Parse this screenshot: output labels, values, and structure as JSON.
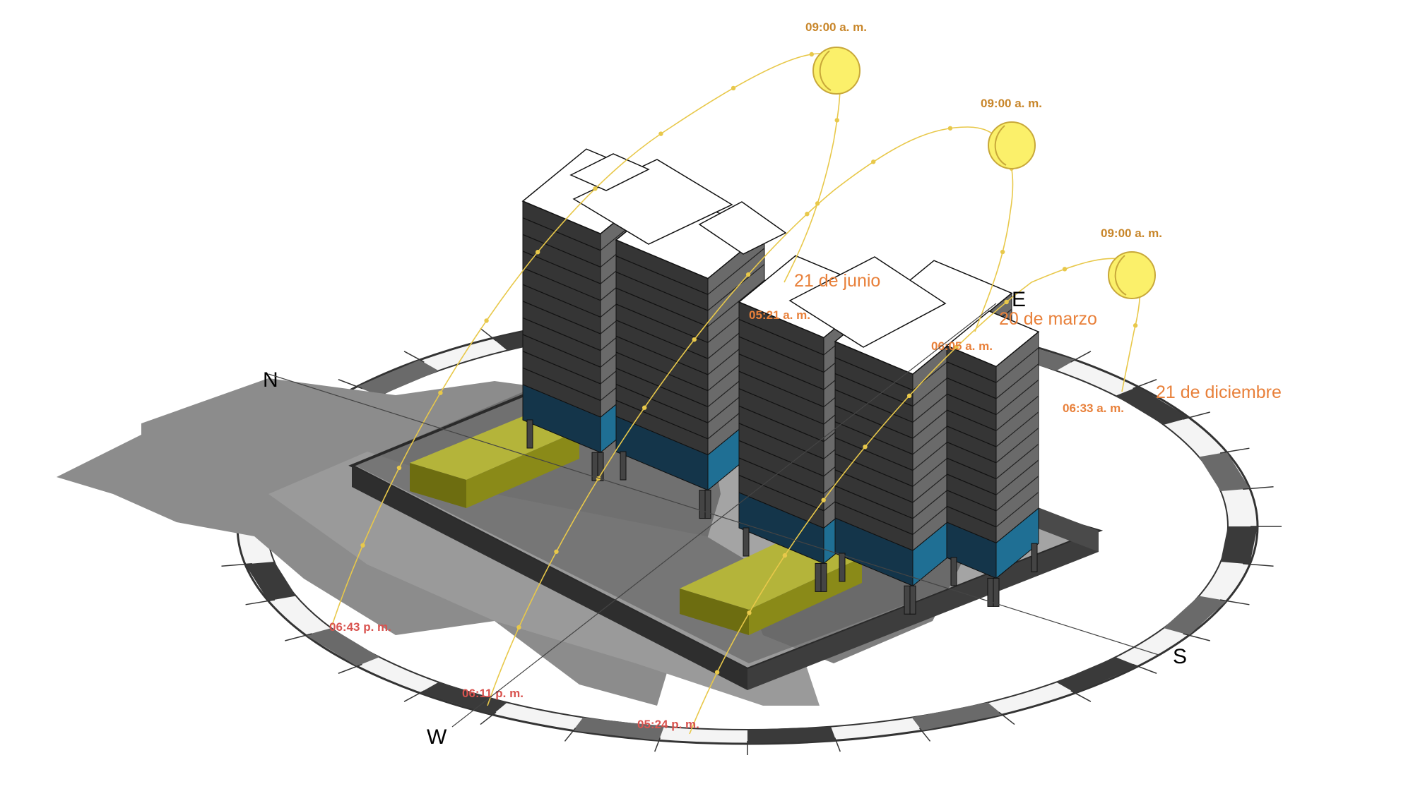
{
  "compass": {
    "north": "N",
    "south": "S",
    "east": "E",
    "west": "W"
  },
  "sun_paths": [
    {
      "date_label": "21 de junio",
      "sunrise": "05:21 a. m.",
      "morning_time": "09:00 a. m.",
      "sunset": "06:43 p. m."
    },
    {
      "date_label": "20 de marzo",
      "sunrise": "06:05 a. m.",
      "morning_time": "09:00 a. m.",
      "sunset": "06:11 p. m."
    },
    {
      "date_label": "21 de diciembre",
      "sunrise": "06:33 a. m.",
      "morning_time": "09:00 a. m.",
      "sunset": "05:24 p. m."
    }
  ],
  "colors": {
    "sun_fill": "#fbf06a",
    "sun_path": "#e8c84a",
    "date_label": "#e8803a",
    "morning_label": "#c8862a",
    "sunset_label": "#d9534f",
    "facade": "#3a3a3a",
    "ground_floor": "#1c4e6a",
    "podium": "#7a7a10",
    "shadow": "#8c8c8c"
  }
}
